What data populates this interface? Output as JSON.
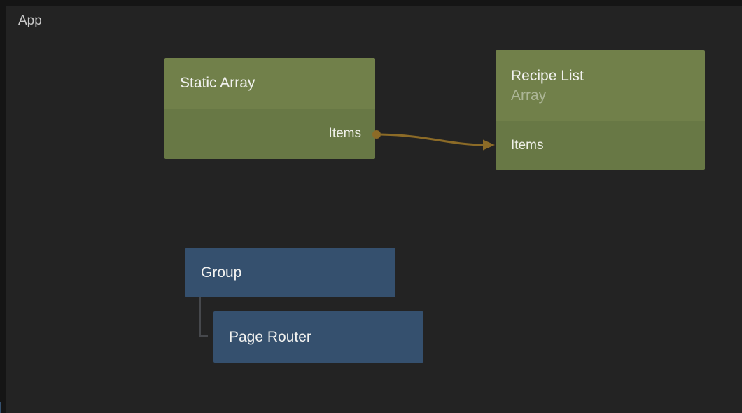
{
  "breadcrumb": {
    "label": "App"
  },
  "palette": {
    "canvas_bg": "#232323",
    "frame_edge": "#151515",
    "node_green_header": "#71804A",
    "node_green_body": "#687845",
    "node_blue": "#35506E",
    "wire": "#8C6B27",
    "hierarchy_line": "#46484C",
    "title_text": "#F2F2F0",
    "subtitle_text": "#A8AE90",
    "breadcrumb_text": "#C9C9C9"
  },
  "nodes": {
    "static_array": {
      "title": "Static Array",
      "output_port": "Items"
    },
    "recipe_list": {
      "title": "Recipe List",
      "subtitle": "Array",
      "input_port": "Items"
    },
    "group": {
      "title": "Group"
    },
    "page_router": {
      "title": "Page Router"
    }
  },
  "connections": {
    "items_wire": {
      "from": "Static Array / Items",
      "to": "Recipe List / Items"
    },
    "hierarchy": {
      "from": "Group",
      "to": "Page Router"
    }
  }
}
